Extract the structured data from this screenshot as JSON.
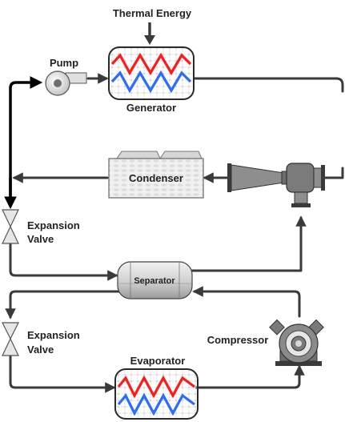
{
  "labels": {
    "thermal_energy": "Thermal Energy",
    "pump": "Pump",
    "generator": "Generator",
    "condenser": "Condenser",
    "expansion_valve_1": [
      "Expansion",
      "Valve"
    ],
    "separator": "Separator",
    "expansion_valve_2": [
      "Expansion",
      "Valve"
    ],
    "compressor": "Compressor",
    "evaporator": "Evaporator"
  },
  "colors": {
    "pipe": "#3a3a3a",
    "hot_coil": "#ff1a1a",
    "cold_coil": "#2a6cff",
    "vessel_fill": "#e8e8e8",
    "machine_fill": "#8a8a8a"
  }
}
